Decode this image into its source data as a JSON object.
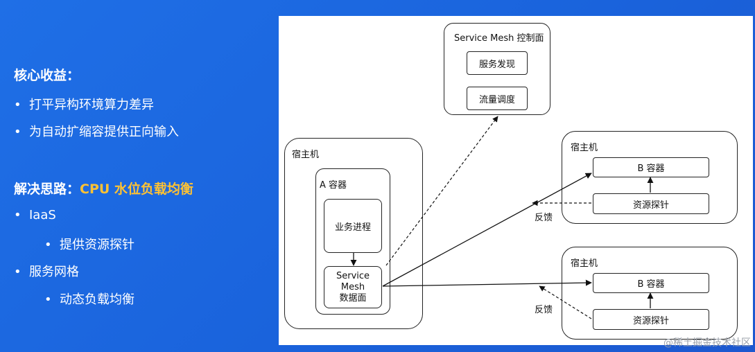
{
  "left": {
    "heading1": "核心收益：",
    "benefits": [
      "打平异构环境算力差异",
      "为自动扩缩容提供正向输入"
    ],
    "heading2_prefix": "解决思路：",
    "heading2_highlight": "CPU 水位负载均衡",
    "items": [
      {
        "text": "IaaS",
        "level": 1
      },
      {
        "text": "提供资源探针",
        "level": 2
      },
      {
        "text": "服务网格",
        "level": 1
      },
      {
        "text": "动态负载均衡",
        "level": 2
      }
    ],
    "highlight_color": "#ffc233"
  },
  "diagram": {
    "control_plane": {
      "title": "Service Mesh 控制面",
      "items": [
        "服务发现",
        "流量调度"
      ]
    },
    "host_a": {
      "title": "宿主机",
      "container": "A 容器",
      "process": "业务进程",
      "data_plane_lines": [
        "Service",
        "Mesh",
        "数据面"
      ]
    },
    "host_b1": {
      "title": "宿主机",
      "container": "B 容器",
      "probe": "资源探针",
      "feedback": "反馈"
    },
    "host_b2": {
      "title": "宿主机",
      "container": "B 容器",
      "probe": "资源探针",
      "feedback": "反馈"
    }
  },
  "watermark": "@稀土掘金技术社区"
}
